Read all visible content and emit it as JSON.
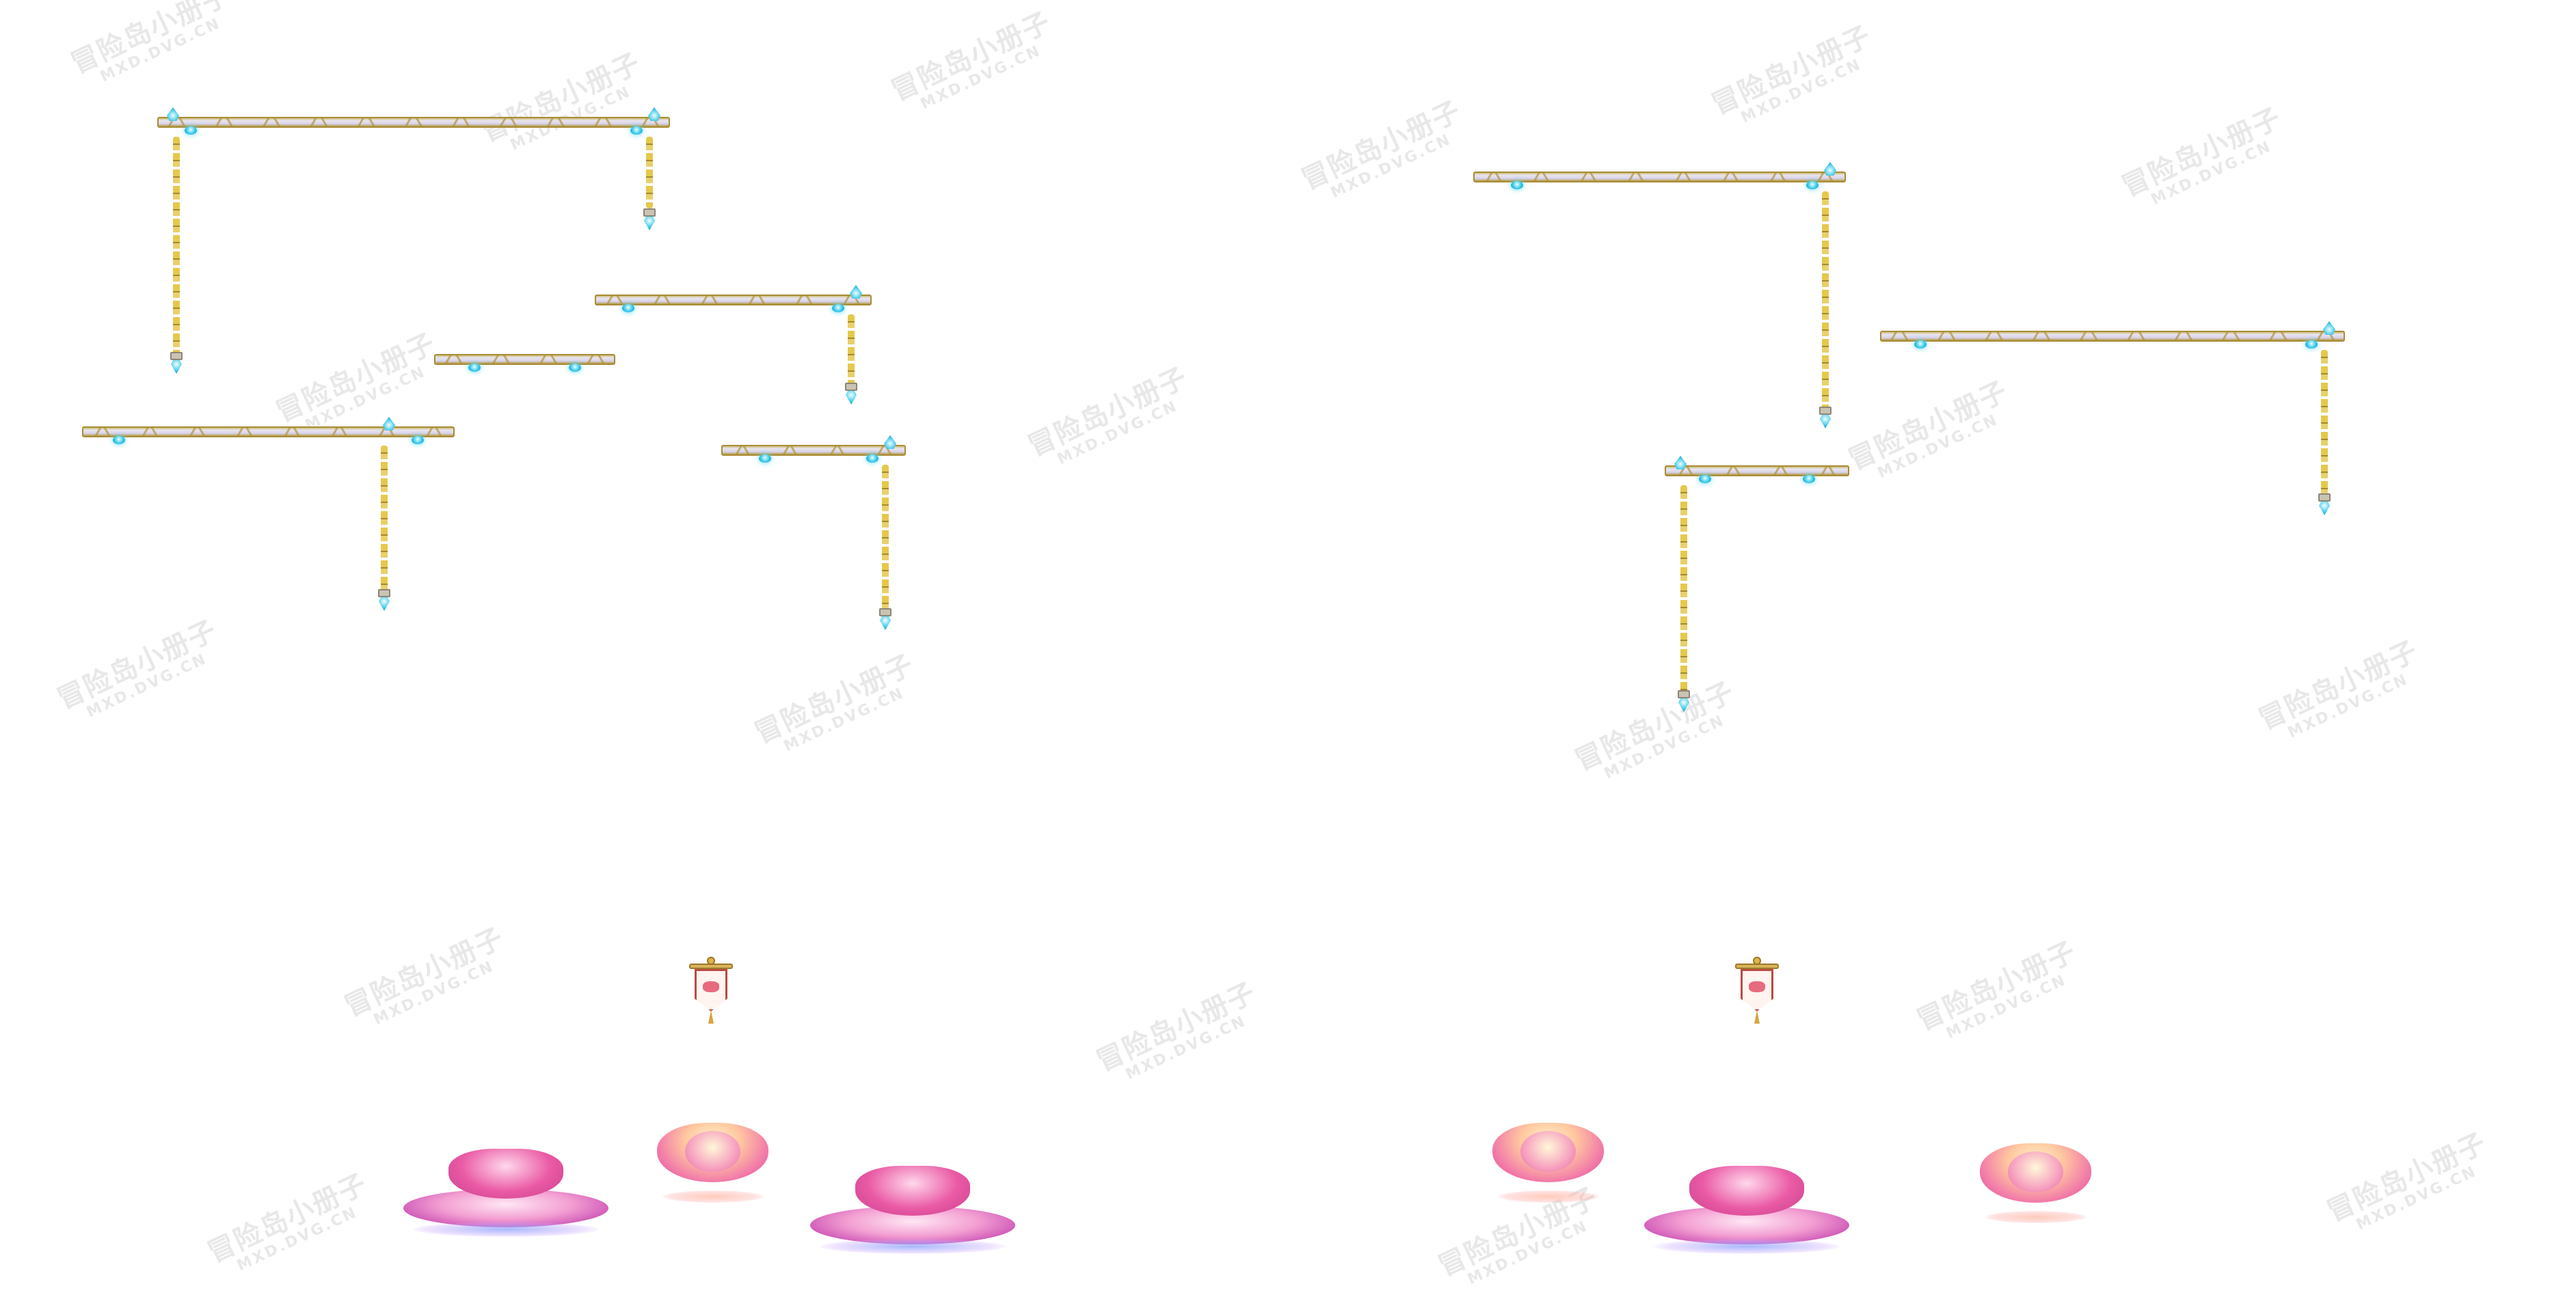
{
  "scene": {
    "background_color": "#ffffff",
    "watermark": {
      "line1": "冒险岛小册子",
      "line2": "MXD.DVG.CN"
    },
    "objects": {
      "platforms": "wooden-truss-platform",
      "ropes": "golden-bead-rope",
      "banners": "red-white-banner",
      "flowers": [
        "pink-crystal-flower",
        "lotus-pot"
      ]
    },
    "colors": {
      "gem": "#35c8ea",
      "platform_frame": "#a98c34",
      "platform_fill": "#e9e5f2",
      "rope": "#e6c84c",
      "flower_pink": "#ea5aa5",
      "flower_violet": "#9c6df0"
    }
  }
}
